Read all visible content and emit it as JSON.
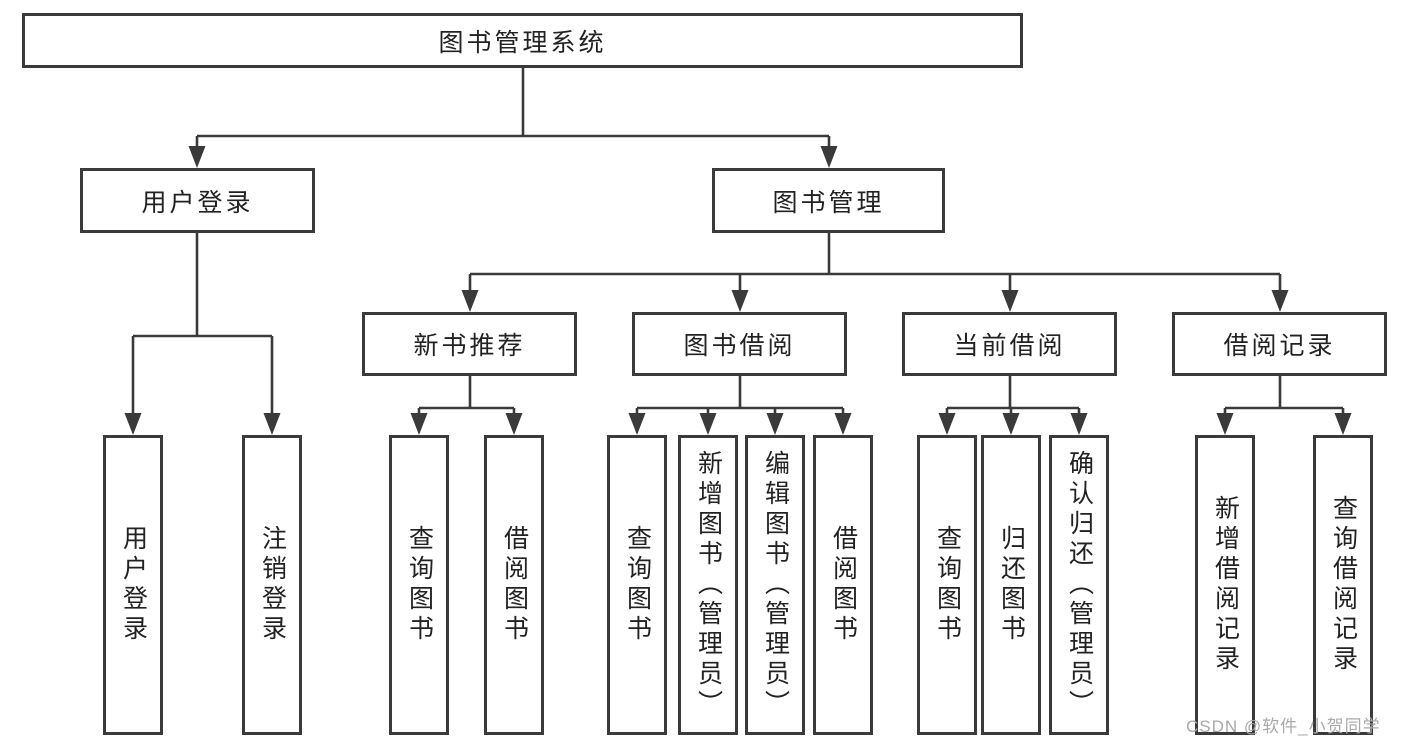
{
  "colors": {
    "background": "#ffffff",
    "line": "#3a3a3a",
    "text": "#222222",
    "watermark": "#a9a9a9"
  },
  "diagram": {
    "root": {
      "label": "图书管理系统"
    },
    "level2": [
      {
        "label": "用户登录"
      },
      {
        "label": "图书管理"
      }
    ],
    "level3": [
      {
        "label": "新书推荐",
        "parent": "图书管理"
      },
      {
        "label": "图书借阅",
        "parent": "图书管理"
      },
      {
        "label": "当前借阅",
        "parent": "图书管理"
      },
      {
        "label": "借阅记录",
        "parent": "图书管理"
      }
    ],
    "leaves": [
      {
        "label": "用户登录",
        "parent": "用户登录"
      },
      {
        "label": "注销登录",
        "parent": "用户登录"
      },
      {
        "label": "查询图书",
        "parent": "新书推荐"
      },
      {
        "label": "借阅图书",
        "parent": "新书推荐"
      },
      {
        "label": "查询图书",
        "parent": "图书借阅"
      },
      {
        "label": "新增图书（管理员）",
        "parent": "图书借阅"
      },
      {
        "label": "编辑图书（管理员）",
        "parent": "图书借阅"
      },
      {
        "label": "借阅图书",
        "parent": "图书借阅"
      },
      {
        "label": "查询图书",
        "parent": "当前借阅"
      },
      {
        "label": "归还图书",
        "parent": "当前借阅"
      },
      {
        "label": "确认归还（管理员）",
        "parent": "当前借阅"
      },
      {
        "label": "新增借阅记录",
        "parent": "借阅记录"
      },
      {
        "label": "查询借阅记录",
        "parent": "借阅记录"
      }
    ]
  },
  "watermark": {
    "text": "CSDN @软件_小贺同学"
  }
}
